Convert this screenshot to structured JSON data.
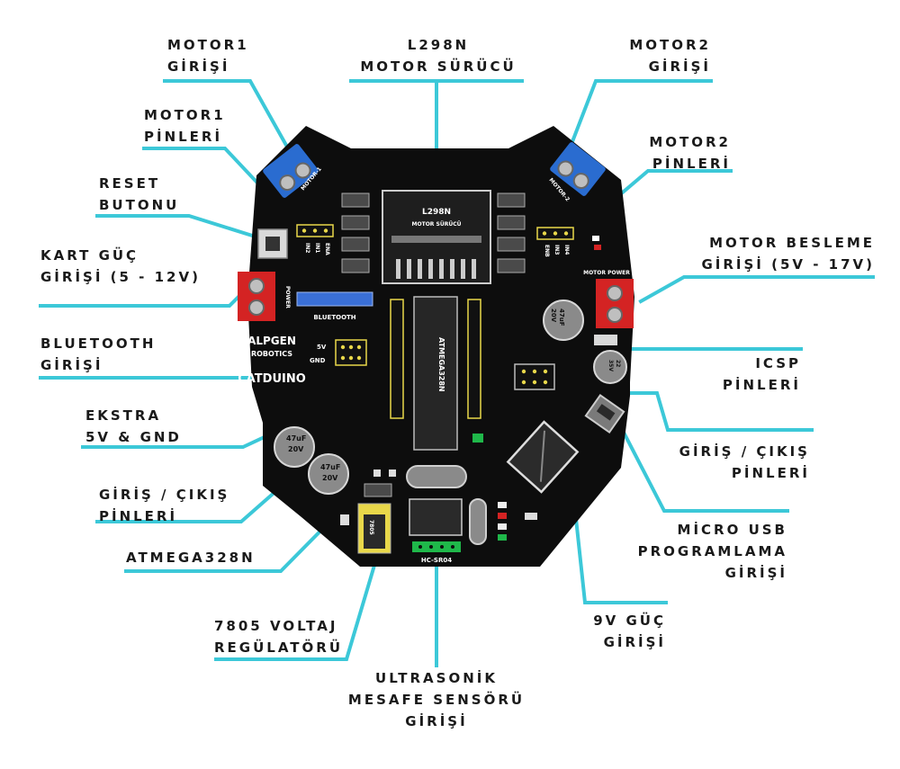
{
  "labels": {
    "motor1_input": [
      "MOTOR1",
      "GİRİŞİ"
    ],
    "l298n": [
      "L298N",
      "MOTOR SÜRÜCÜ"
    ],
    "motor2_input": [
      "MOTOR2",
      "GİRİŞİ"
    ],
    "motor1_pins": [
      "MOTOR1",
      "PİNLERİ"
    ],
    "motor2_pins": [
      "MOTOR2",
      "PİNLERİ"
    ],
    "reset": [
      "RESET",
      "BUTONU"
    ],
    "board_power": [
      "KART GÜÇ",
      "GİRİŞİ (5 - 12V)"
    ],
    "motor_supply": [
      "MOTOR BESLEME",
      "GİRİŞİ (5V - 17V)"
    ],
    "bluetooth": [
      "BLUETOOTH",
      "GİRİŞİ"
    ],
    "icsp": [
      "ICSP",
      "PİNLERİ"
    ],
    "extra_5v_gnd": [
      "EKSTRA",
      "5V & GND"
    ],
    "io_pins_right": [
      "GİRİŞ / ÇIKIŞ",
      "PİNLERİ"
    ],
    "io_pins_left": [
      "GİRİŞ / ÇIKIŞ",
      "PİNLERİ"
    ],
    "micro_usb": [
      "MİCRO USB",
      "PROGRAMLAMA",
      "GİRİŞİ"
    ],
    "atmega": [
      "ATMEGA328N"
    ],
    "regulator": [
      "7805 VOLTAJ",
      "REGÜLATÖRÜ"
    ],
    "power_9v": [
      "9V GÜÇ",
      "GİRİŞİ"
    ],
    "ultrasonic": [
      "ULTRASONİK",
      "MESAFE SENSÖRÜ",
      "GİRİŞİ"
    ]
  },
  "board": {
    "motor1_silk": "MOTOR-1",
    "motor2_silk": "MOTOR-2",
    "l298n_chip": "L298N",
    "l298n_chip_sub": "MOTOR SÜRÜCÜ",
    "motor1_pin_labels": [
      "IN2",
      "IN1",
      "ENA"
    ],
    "motor2_pin_labels": [
      "ENB",
      "IN3",
      "IN4"
    ],
    "power_silk": "POWER",
    "motor_power_silk": "MOTOR POWER",
    "bluetooth_silk": "BLUETOOTH",
    "brand_line1": "ALPGEN",
    "brand_line2": "ROBOTICS",
    "brand_line3": "CATDUINO",
    "pin_5v": "5V",
    "pin_gnd": "GND",
    "atmega_chip": "ATMEGA328N",
    "cap_value": "47uF",
    "cap_voltage": "20V",
    "cap2_value": "22",
    "cap2_voltage": "35V",
    "regulator_chip": "7805",
    "hcsr04_silk": "HC-SR04",
    "polarity_minus": "-",
    "polarity_plus": "+"
  },
  "colors": {
    "leader_line": "#3cc8d8",
    "board": "#0d0d0d",
    "terminal_blue": "#2a6cd0",
    "terminal_red": "#d42323",
    "header_yellow": "#e9d84a",
    "bluetooth_header": "#3a6fd6",
    "hcsr04_header": "#1fb84a"
  }
}
